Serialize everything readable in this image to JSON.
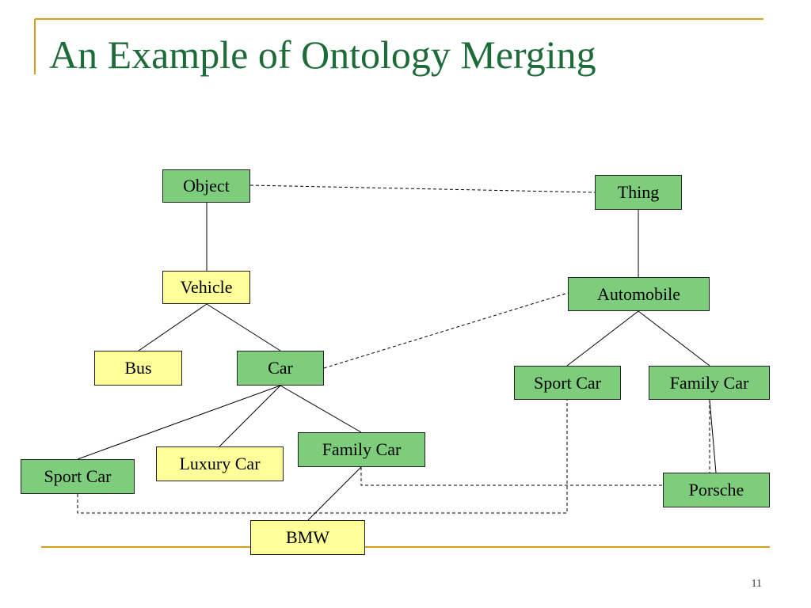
{
  "slide": {
    "title": "An Example of Ontology Merging",
    "page_number": "11"
  },
  "colors": {
    "title": "#1e6b3a",
    "rule": "#d4a017",
    "node_green": "#7dcd7c",
    "node_yellow": "#ffff99"
  },
  "nodes": {
    "object": "Object",
    "vehicle": "Vehicle",
    "bus": "Bus",
    "car": "Car",
    "sport_car_left": "Sport Car",
    "luxury_car": "Luxury Car",
    "family_car_left": "Family Car",
    "bmw": "BMW",
    "thing": "Thing",
    "automobile": "Automobile",
    "sport_car_right": "Sport Car",
    "family_car_right": "Family Car",
    "porsche": "Porsche"
  }
}
